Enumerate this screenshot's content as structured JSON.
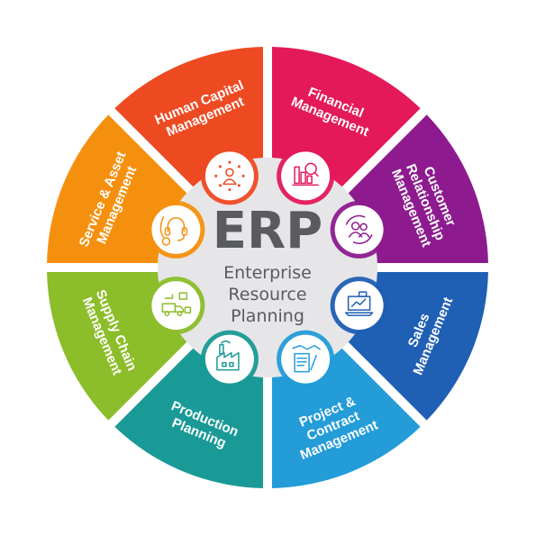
{
  "center": {
    "title": "ERP",
    "subtitle_lines": [
      "Enterprise",
      "Resource",
      "Planning"
    ]
  },
  "segments": [
    {
      "id": "financial",
      "lines": [
        "Financial",
        "Management"
      ],
      "color": "#e4195a",
      "icon": "financial-chart-icon"
    },
    {
      "id": "crm",
      "lines": [
        "Customer",
        "Relationship",
        "Management"
      ],
      "color": "#8d1b8f",
      "icon": "customer-cycle-icon"
    },
    {
      "id": "sales",
      "lines": [
        "Sales",
        "Management"
      ],
      "color": "#1f5fb4",
      "icon": "sales-laptop-icon"
    },
    {
      "id": "project",
      "lines": [
        "Project &",
        "Contract",
        "Management"
      ],
      "color": "#239cd8",
      "icon": "handshake-contract-icon"
    },
    {
      "id": "production",
      "lines": [
        "Production",
        "Planning"
      ],
      "color": "#1a9a96",
      "icon": "factory-icon"
    },
    {
      "id": "supply",
      "lines": [
        "Supply Chain",
        "Management"
      ],
      "color": "#8cbd2a",
      "icon": "supply-truck-icon"
    },
    {
      "id": "service",
      "lines": [
        "Service & Asset",
        "Management"
      ],
      "color": "#f5900f",
      "icon": "service-headset-icon"
    },
    {
      "id": "hcm",
      "lines": [
        "Human Capital",
        "Management"
      ],
      "color": "#ee4a22",
      "icon": "human-capital-icon"
    }
  ]
}
